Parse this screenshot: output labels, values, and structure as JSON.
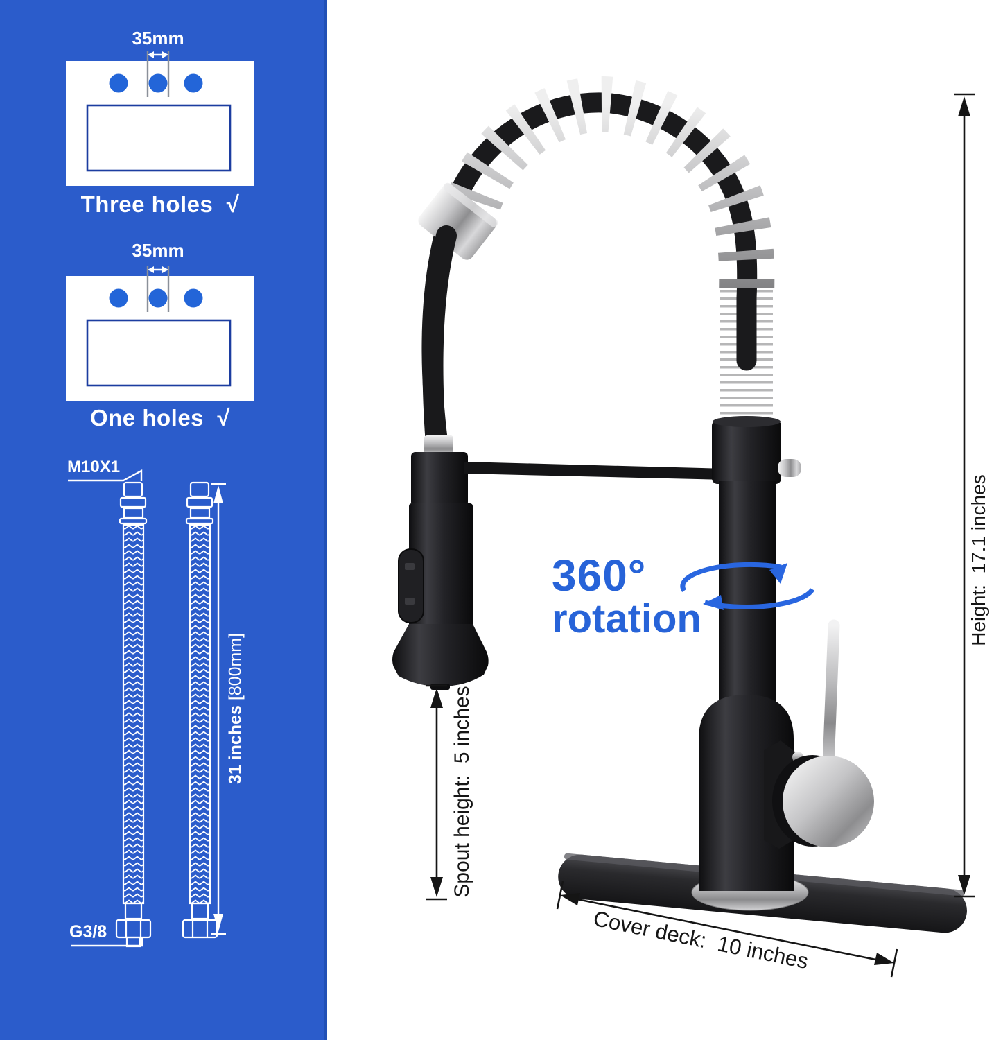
{
  "colors": {
    "panel_blue": "#2B5CCB",
    "hole_blue": "#2365D8",
    "diagram_outline_blue": "#1C3DA0",
    "accent_arrow_blue": "#2966E0",
    "rotation_text_blue": "#2763D8",
    "annotation_black": "#161616",
    "faucet_black": "#1B1B1D",
    "chrome_silver": "#C9C9C9"
  },
  "install_panel": {
    "three_hole": {
      "dim": "35mm",
      "label": "Three holes",
      "check": "√"
    },
    "one_hole": {
      "dim": "35mm",
      "label": "One holes",
      "check": "√"
    },
    "supply_hose": {
      "top_thread": "M10X1",
      "bottom_thread": "G3/8",
      "length_in": "31 inches ",
      "length_mm": "[800mm]"
    }
  },
  "product_annotations": {
    "rotation_value": "360°",
    "rotation_word": "rotation",
    "height": "Height:  17.1 inches",
    "spout_height": "Spout height:  5 inches",
    "cover_deck": "Cover deck:  10 inches"
  }
}
